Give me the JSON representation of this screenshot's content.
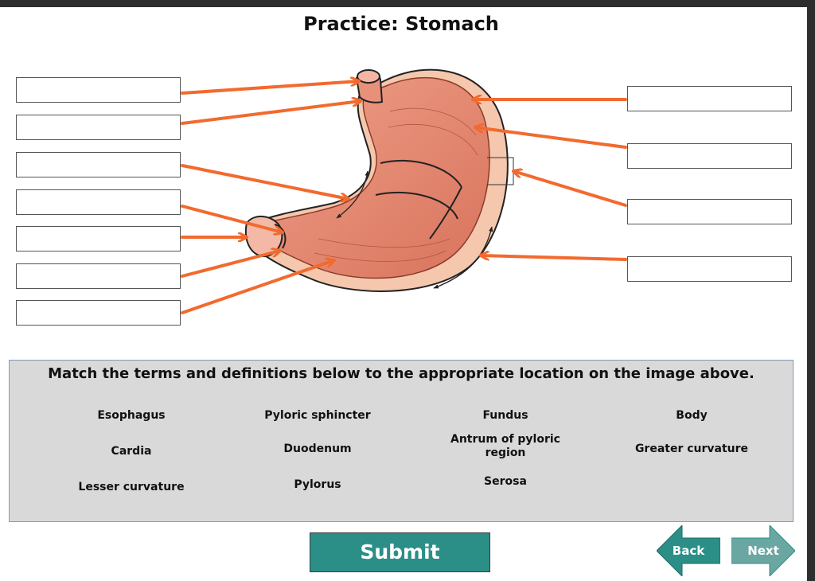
{
  "title": "Practice: Stomach",
  "instruction": "Match the terms and definitions below to the appropriate location on the image above.",
  "terms": [
    "Esophagus",
    "Pyloric sphincter",
    "Fundus",
    "Body",
    "Cardia",
    "Duodenum",
    "Antrum of pyloric region",
    "Greater curvature",
    "Lesser curvature",
    "Pylorus",
    "Serosa"
  ],
  "buttons": {
    "submit": "Submit",
    "back": "Back",
    "next": "Next"
  },
  "colors": {
    "arrow": "#f26a2e",
    "teal": "#2b8f87",
    "next_disabled": "#6aa7a2",
    "bank_bg": "#d9d9d9"
  }
}
